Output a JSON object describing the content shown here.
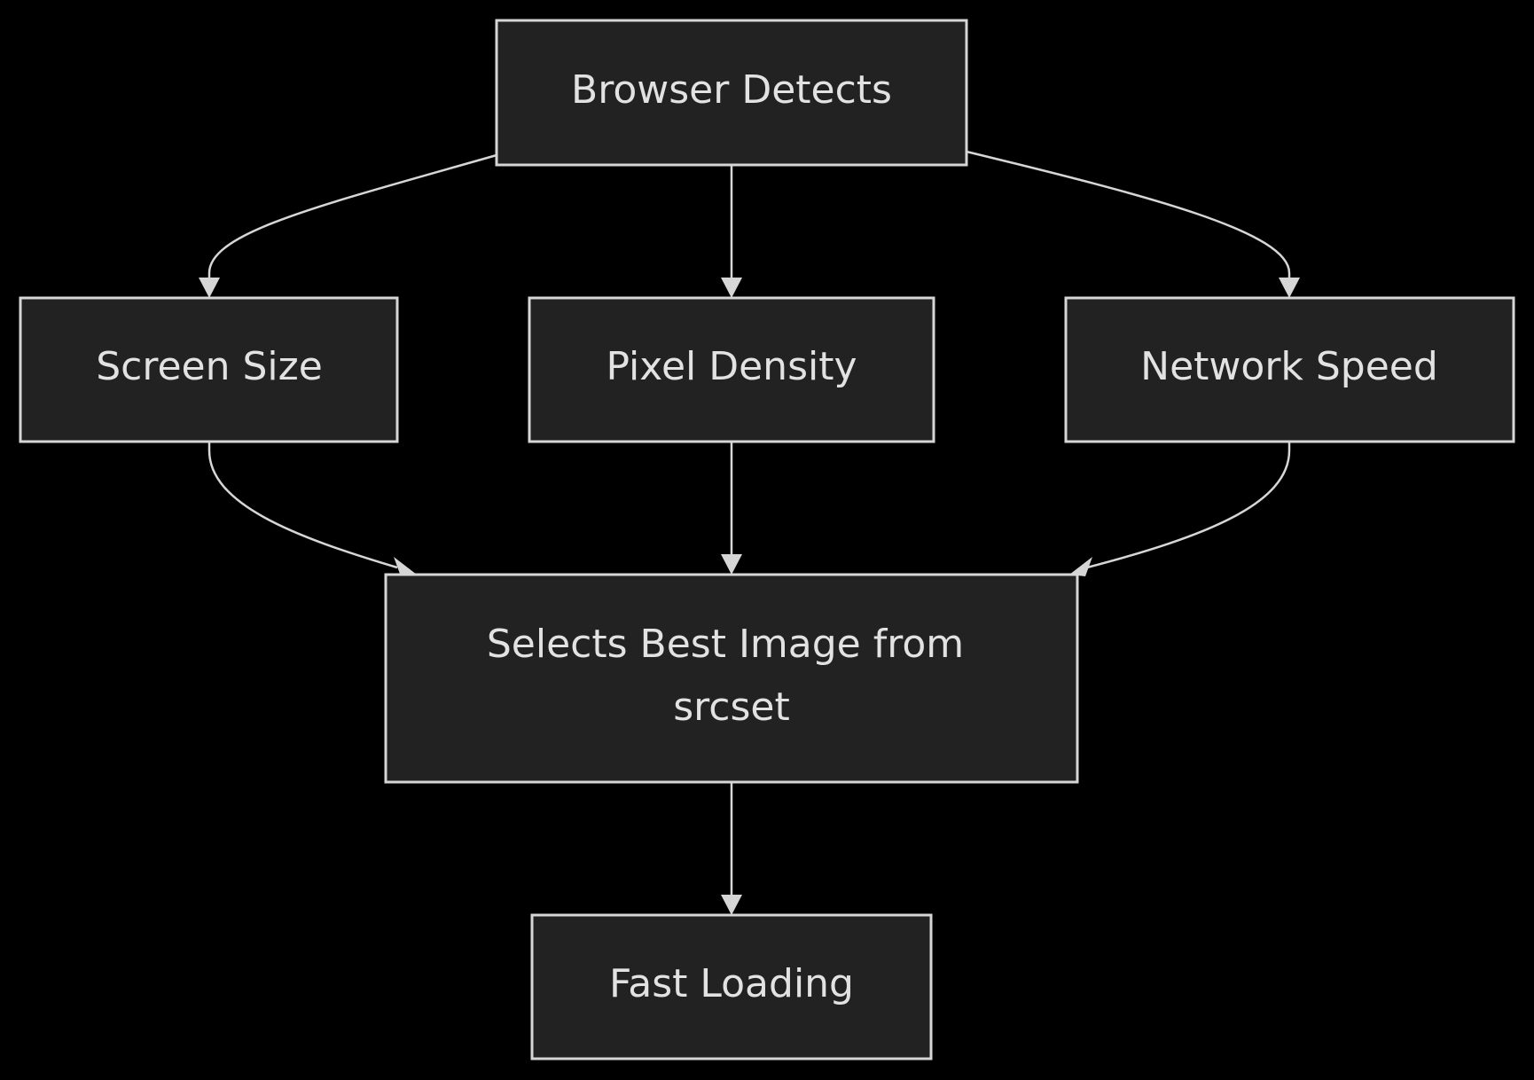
{
  "diagram": {
    "nodes": {
      "browser_detects": {
        "label": "Browser Detects"
      },
      "screen_size": {
        "label": "Screen Size"
      },
      "pixel_density": {
        "label": "Pixel Density"
      },
      "network_speed": {
        "label": "Network Speed"
      },
      "selects_best_image": {
        "line1": "Selects Best Image from",
        "line2": "srcset"
      },
      "fast_loading": {
        "label": "Fast Loading"
      }
    },
    "edges": [
      {
        "from": "browser_detects",
        "to": "screen_size"
      },
      {
        "from": "browser_detects",
        "to": "pixel_density"
      },
      {
        "from": "browser_detects",
        "to": "network_speed"
      },
      {
        "from": "screen_size",
        "to": "selects_best_image"
      },
      {
        "from": "pixel_density",
        "to": "selects_best_image"
      },
      {
        "from": "network_speed",
        "to": "selects_best_image"
      },
      {
        "from": "selects_best_image",
        "to": "fast_loading"
      }
    ],
    "colors": {
      "background": "#000000",
      "node_fill": "#222222",
      "node_stroke": "#d6d6d6",
      "text": "#e2e2e2",
      "edge": "#d6d6d6"
    }
  }
}
